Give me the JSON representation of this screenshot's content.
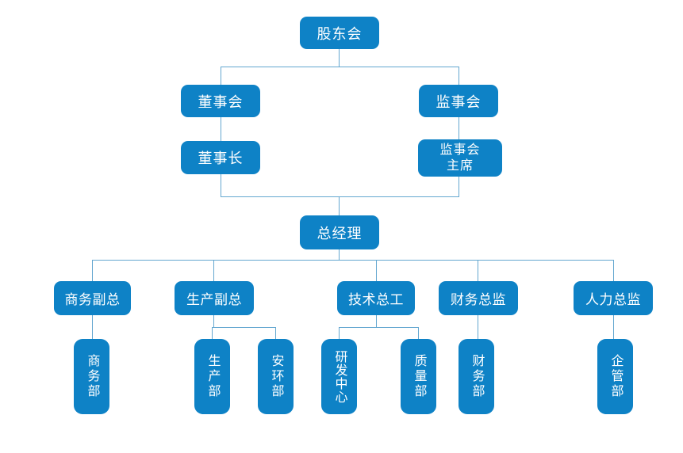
{
  "colors": {
    "node_fill": "#0e82c6",
    "node_text": "#ffffff",
    "connector": "#64a7d0",
    "background": "#ffffff"
  },
  "org": {
    "nodes": {
      "shareholders": {
        "label": "股东会"
      },
      "board_of_directors": {
        "label": "董事会"
      },
      "supervisory_board": {
        "label": "监事会"
      },
      "chairman": {
        "label": "董事长"
      },
      "supervisory_chairman": {
        "lines": [
          "监事会",
          "主席"
        ]
      },
      "general_manager": {
        "label": "总经理"
      },
      "business_vp": {
        "label": "商务副总"
      },
      "production_vp": {
        "label": "生产副总"
      },
      "chief_engineer": {
        "label": "技术总工"
      },
      "finance_director": {
        "label": "财务总监"
      },
      "hr_director": {
        "label": "人力总监"
      },
      "business_dept": {
        "label": "商务部"
      },
      "production_dept": {
        "label": "生产部"
      },
      "safety_env_dept": {
        "label": "安环部"
      },
      "rd_center": {
        "label": "研发中心"
      },
      "quality_dept": {
        "label": "质量部"
      },
      "finance_dept": {
        "label": "财务部"
      },
      "enterprise_mgmt_dept": {
        "label": "企管部"
      }
    },
    "edges": [
      {
        "from": "股东会",
        "to": "董事会"
      },
      {
        "from": "股东会",
        "to": "监事会"
      },
      {
        "from": "董事会",
        "to": "董事长"
      },
      {
        "from": "监事会",
        "to": "监事会主席"
      },
      {
        "from": "董事长",
        "to": "总经理"
      },
      {
        "from": "监事会主席",
        "to": "总经理"
      },
      {
        "from": "总经理",
        "to": "商务副总"
      },
      {
        "from": "总经理",
        "to": "生产副总"
      },
      {
        "from": "总经理",
        "to": "技术总工"
      },
      {
        "from": "总经理",
        "to": "财务总监"
      },
      {
        "from": "总经理",
        "to": "人力总监"
      },
      {
        "from": "商务副总",
        "to": "商务部"
      },
      {
        "from": "生产副总",
        "to": "生产部"
      },
      {
        "from": "生产副总",
        "to": "安环部"
      },
      {
        "from": "技术总工",
        "to": "研发中心"
      },
      {
        "from": "技术总工",
        "to": "质量部"
      },
      {
        "from": "财务总监",
        "to": "财务部"
      },
      {
        "from": "人力总监",
        "to": "企管部"
      }
    ]
  }
}
